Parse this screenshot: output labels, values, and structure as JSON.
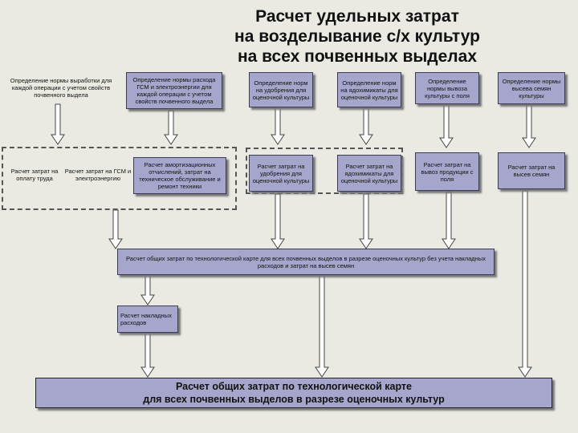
{
  "title": {
    "line1": "Расчет удельных затрат",
    "line2": "на возделывание с/х культур",
    "line3": "на всех почвенных выделах"
  },
  "top_row": [
    "Определение нормы выработки для каждой операции с учетом свойств почвенного выдела",
    "Определение нормы расхода ГСМ и электроэнергии для каждой операции с учетом свойств почвенного выдела",
    "Определение норм на удобрения для оценочной культуры",
    "Определение норм на ядохимикаты для оценочной культуры",
    "Определение нормы вывоза культуры с поля",
    "Определение нормы высева семян культуры"
  ],
  "second_row": {
    "labor": "Расчет затрат на оплату труда",
    "fuel": "Расчет затрат на ГСМ и электроэнергию",
    "depreciation": "Расчет амортизационных отчислений, затрат на техническое обслуживание и ремонт техники",
    "fertilizer": "Расчет затрат на удобрения для оценочной культуры",
    "pesticide": "Расчет затрат на ядохимикаты для оценочной культуры",
    "transport": "Расчет затрат на вывоз продукции с поля",
    "seeds": "Расчет затрат на высев семян"
  },
  "total_box": "Расчет общих затрат по технологической карте для всех почвенных выделов в разрезе оценочных культур без учета накладных расходов и затрат на высев семян",
  "overhead_box": "Расчет накладных расходов",
  "final_box": {
    "line1": "Расчет общих затрат по технологической карте",
    "line2": "для всех почвенных выделов в разрезе оценочных культур"
  }
}
